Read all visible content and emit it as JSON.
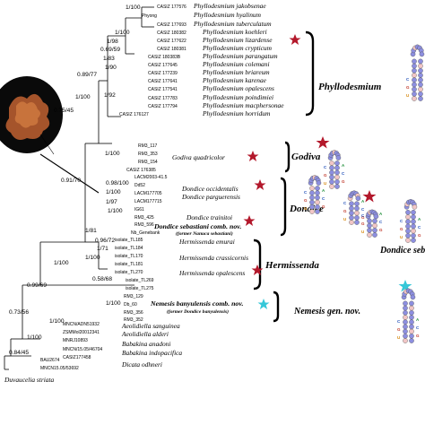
{
  "taxa": {
    "t1_code": "CASIZ 177576",
    "t1_name": "Phyllodesmium jakobsenae",
    "t2_code": "Phyong",
    "t2_name": "Phyllodesmium hyalinum",
    "t3_code": "CASIZ 177693",
    "t3_name": "Phyllodesmium tuberculatum",
    "t4_code": "CASIZ 180382",
    "t4_name": "Phyllodesmium koehleri",
    "t5_code": "CASIZ 177622",
    "t5_name": "Phyllodesmium lizardense",
    "t6_code": "CASIZ 180381",
    "t6_name": "Phyllodesmium crypticum",
    "t7_code": "CASIZ 180383B",
    "t7_name": "Phyllodesmium parangatum",
    "t8_code": "CASIZ 177645",
    "t8_name": "Phyllodesmium colemani",
    "t9_code": "CASIZ 177239",
    "t9_name": "Phyllodesmium briareum",
    "t10_code": "CASIZ 177641",
    "t10_name": "Phyllodesmium karenae",
    "t11_code": "CASIZ 177541",
    "t11_name": "Phyllodesmium opalescens",
    "t12_code": "CASIZ 177783",
    "t12_name": "Phyllodesmium poindimiei",
    "t13_code": "CASIZ 177794",
    "t13_name": "Phyllodesmium macphersonae",
    "t14_code": "CASIZ 176127",
    "t14_name": "Phyllodesmium horridum",
    "g1": "RM3_117",
    "g2": "RM3_353",
    "g3": "RM3_154",
    "g4": "CASIZ 176385",
    "g_name": "Godiva quadricolor",
    "d1": "LACM2003-41.5",
    "d2": "Dd52",
    "d3": "LACM177705",
    "d4": "LACM177715",
    "d5": "IG61",
    "d6": "RM3_425",
    "d7": "RM3_596",
    "d8": "Nb_Genebank",
    "d_name1": "Dondice occidentalis",
    "d_name2": "Dondice parguerensis",
    "d_name3": "Dondice trainitoi",
    "d_name4": "Dondice sebastiani comb. nov.",
    "d_note": "(former Nanuca sebastiani)",
    "h1": "isolate_TL185",
    "h2": "isolate_TL184",
    "h3": "isolate_TL170",
    "h4": "isolate_TL181",
    "h5": "isolate_TL270",
    "h6": "isolate_TL269",
    "h7": "isolate_TL275",
    "h_name1": "Hermissenda emurai",
    "h_name2": "Hermissenda crassicornis",
    "h_name3": "Hermissenda opalescens",
    "n1": "RM3_129",
    "n2": "Db_60",
    "n3": "RM3_356",
    "n4": "RM3_352",
    "n_name": "Nemesis banyulensis comb. nov.",
    "n_note": "(former Dondice banyulensis)",
    "o1": "MNCN/ADN51932",
    "o1_name": "Aeolidiella sanguinea",
    "o2": "ZSMMol20012341",
    "o2_name": "Aeolidiella alderi",
    "o3": "MNRJ10893",
    "o3_name": "Babakina anadoni",
    "o4": "MNCN/15.05/46704",
    "o4_name": "Babakina indopacifica",
    "o5": "CASIZ177458",
    "o6": "BAU2674",
    "o6_name": "Dicata odhneri",
    "o7": "MNCN15.05/53692",
    "root_name": "Duvaucelia striata"
  },
  "support": {
    "s1": "1/100",
    "s2": "1/100",
    "s3": "1/98",
    "s4": "0.69/59",
    "s5": "1/83",
    "s6": "1/90",
    "s7": "0.89/77",
    "s8": "1/100",
    "s9": "1/92",
    "s10": "0.75/45",
    "s11": "1/100",
    "s12": "0.91/70",
    "s13": "0.98/100",
    "s14": "1/100",
    "s15": "1/97",
    "s16": "1/100",
    "s17": "1/81",
    "s18": "0.96/72",
    "s19": "1/71",
    "s20": "1/100",
    "s21": "0.58/68",
    "s22": "1/100",
    "s23": "0.99/69",
    "s24": "1/100",
    "s25": "1/100",
    "s26": "0.73/56",
    "s27": "1/100",
    "s28": "0.84/45"
  },
  "clades": {
    "phyllodesmium": "Phyllodesmium",
    "godiva": "Godiva",
    "dondice": "Dondice",
    "hermissenda": "Hermissenda",
    "nemesis": "Nemesis gen. nov.",
    "dondice_seb": "Dondice sebas"
  },
  "colors": {
    "star_red": "#b3182b",
    "star_cyan": "#35c7d8",
    "beads": "#8d8fe0"
  }
}
